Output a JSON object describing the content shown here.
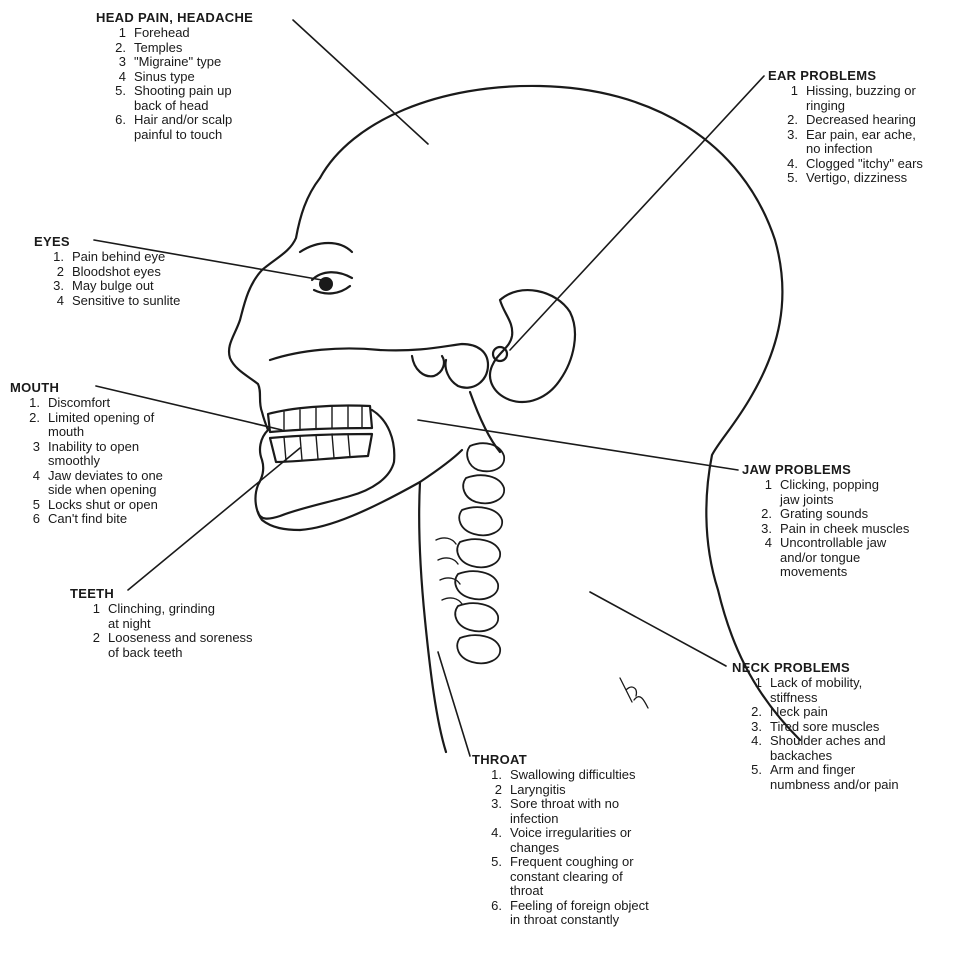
{
  "groups": {
    "head_pain": {
      "heading": "HEAD PAIN, HEADACHE",
      "items": [
        {
          "num": "1",
          "text": "Forehead"
        },
        {
          "num": "2.",
          "text": "Temples"
        },
        {
          "num": "3",
          "text": "\"Migraine\" type"
        },
        {
          "num": "4",
          "text": "Sinus type"
        },
        {
          "num": "5.",
          "text": "Shooting pain up\nback of head"
        },
        {
          "num": "6.",
          "text": "Hair and/or scalp\npainful to touch"
        }
      ]
    },
    "ear": {
      "heading": "EAR PROBLEMS",
      "items": [
        {
          "num": "1",
          "text": "Hissing, buzzing or\nringing"
        },
        {
          "num": "2.",
          "text": "Decreased hearing"
        },
        {
          "num": "3.",
          "text": "Ear pain, ear ache,\nno infection"
        },
        {
          "num": "4.",
          "text": "Clogged \"itchy\" ears"
        },
        {
          "num": "5.",
          "text": "Vertigo, dizziness"
        }
      ]
    },
    "eyes": {
      "heading": "EYES",
      "items": [
        {
          "num": "1.",
          "text": "Pain behind eye"
        },
        {
          "num": "2",
          "text": "Bloodshot eyes"
        },
        {
          "num": "3.",
          "text": "May bulge out"
        },
        {
          "num": "4",
          "text": "Sensitive to sunlite"
        }
      ]
    },
    "mouth": {
      "heading": "MOUTH",
      "items": [
        {
          "num": "1.",
          "text": "Discomfort"
        },
        {
          "num": "2.",
          "text": "Limited opening of\nmouth"
        },
        {
          "num": "3",
          "text": "Inability to open\nsmoothly"
        },
        {
          "num": "4",
          "text": "Jaw deviates to one\nside when opening"
        },
        {
          "num": "5",
          "text": "Locks shut or open"
        },
        {
          "num": "6",
          "text": "Can't find bite"
        }
      ]
    },
    "jaw": {
      "heading": "JAW PROBLEMS",
      "items": [
        {
          "num": "1",
          "text": "Clicking, popping\njaw joints"
        },
        {
          "num": "2.",
          "text": "Grating sounds"
        },
        {
          "num": "3.",
          "text": "Pain in cheek muscles"
        },
        {
          "num": "4",
          "text": "Uncontrollable jaw\nand/or tongue\nmovements"
        }
      ]
    },
    "teeth": {
      "heading": "TEETH",
      "items": [
        {
          "num": "1",
          "text": "Clinching, grinding\nat night"
        },
        {
          "num": "2",
          "text": "Looseness and soreness\nof back teeth"
        }
      ]
    },
    "neck": {
      "heading": "NECK PROBLEMS",
      "items": [
        {
          "num": "1",
          "text": "Lack of mobility,\nstiffness"
        },
        {
          "num": "2.",
          "text": "Neck pain"
        },
        {
          "num": "3.",
          "text": "Tired sore muscles"
        },
        {
          "num": "4.",
          "text": "Shoulder aches and\nbackaches"
        },
        {
          "num": "5.",
          "text": "Arm and finger\nnumbness and/or pain"
        }
      ]
    },
    "throat": {
      "heading": "THROAT",
      "items": [
        {
          "num": "1.",
          "text": "Swallowing difficulties"
        },
        {
          "num": "2",
          "text": "Laryngitis"
        },
        {
          "num": "3.",
          "text": "Sore throat with no\ninfection"
        },
        {
          "num": "4.",
          "text": "Voice irregularities or\nchanges"
        },
        {
          "num": "5.",
          "text": "Frequent coughing or\nconstant clearing of\nthroat"
        },
        {
          "num": "6.",
          "text": "Feeling of foreign object\nin throat constantly"
        }
      ]
    }
  }
}
